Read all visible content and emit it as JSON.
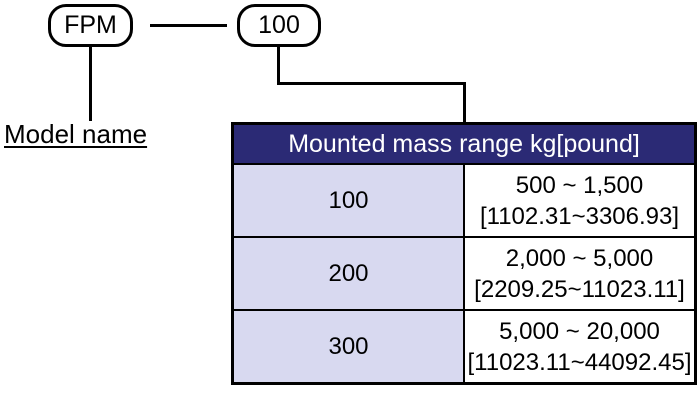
{
  "diagram": {
    "model_pill": "FPM",
    "code_pill": "100",
    "model_label": "Model name"
  },
  "table": {
    "header": "Mounted mass range kg[pound]",
    "rows": [
      {
        "code": "100",
        "kg": "500 ~ 1,500",
        "pound": "[1102.31~3306.93]"
      },
      {
        "code": "200",
        "kg": "2,000 ~ 5,000",
        "pound": "[2209.25~11023.11]"
      },
      {
        "code": "300",
        "kg": "5,000 ~ 20,000",
        "pound": "[11023.11~44092.45]"
      }
    ]
  },
  "colors": {
    "header_bg": "#2B2A75",
    "row_label_bg": "#D8D9F0",
    "line": "#000000",
    "header_text": "#FFFFFF"
  }
}
